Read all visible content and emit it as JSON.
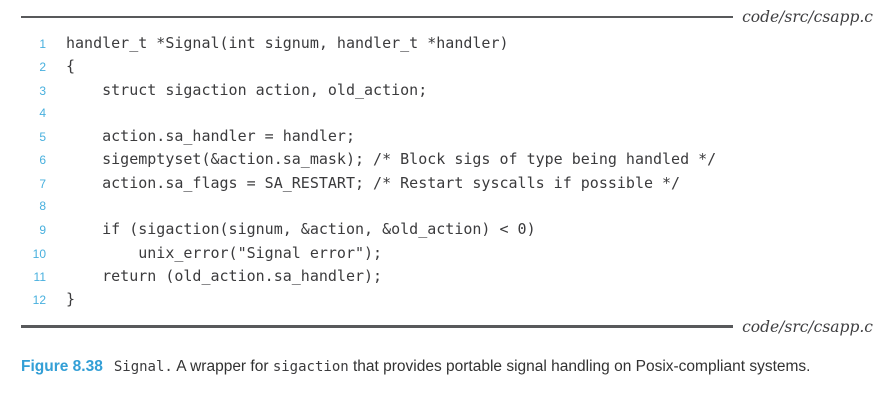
{
  "listing": {
    "file_label_top": "code/src/csapp.c",
    "file_label_bottom": "code/src/csapp.c"
  },
  "code": {
    "lines": [
      {
        "no": "1",
        "text": "handler_t *Signal(int signum, handler_t *handler)"
      },
      {
        "no": "2",
        "text": "{"
      },
      {
        "no": "3",
        "text": "    struct sigaction action, old_action;"
      },
      {
        "no": "4",
        "text": ""
      },
      {
        "no": "5",
        "text": "    action.sa_handler = handler;"
      },
      {
        "no": "6",
        "text": "    sigemptyset(&action.sa_mask); /* Block sigs of type being handled */"
      },
      {
        "no": "7",
        "text": "    action.sa_flags = SA_RESTART; /* Restart syscalls if possible */"
      },
      {
        "no": "8",
        "text": ""
      },
      {
        "no": "9",
        "text": "    if (sigaction(signum, &action, &old_action) < 0)"
      },
      {
        "no": "10",
        "text": "        unix_error(\"Signal error\");"
      },
      {
        "no": "11",
        "text": "    return (old_action.sa_handler);"
      },
      {
        "no": "12",
        "text": "}"
      }
    ]
  },
  "caption": {
    "label": "Figure 8.38",
    "parts": [
      "Signal.",
      " A wrapper for ",
      "sigaction",
      " that provides portable signal handling on Posix-compliant systems."
    ]
  },
  "colors": {
    "accent_blue": "#339fd6",
    "lineno_blue": "#48b0de",
    "rule_gray": "#58595b",
    "code_text": "#3b3b3d"
  }
}
